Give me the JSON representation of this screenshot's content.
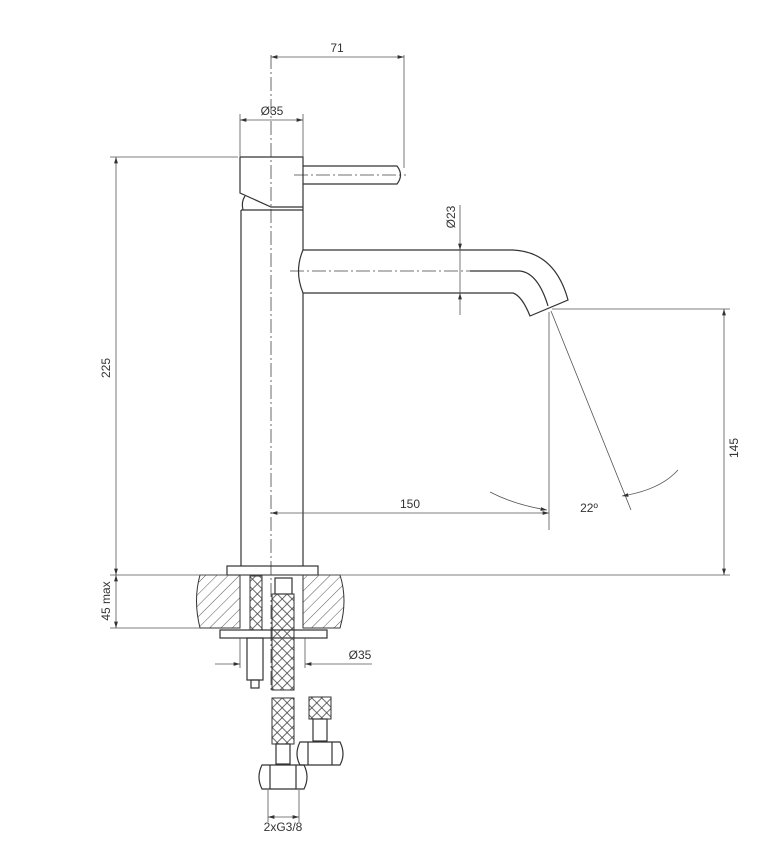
{
  "drawing": {
    "dimensions": {
      "lever_reach": "71",
      "body_diameter": "Ø35",
      "spout_diameter": "Ø23",
      "total_height": "225",
      "spout_height": "145",
      "spout_reach": "150",
      "spout_angle": "22º",
      "countertop_thickness": "45 max",
      "hole_diameter": "Ø35",
      "connection": "2xG3/8"
    }
  }
}
